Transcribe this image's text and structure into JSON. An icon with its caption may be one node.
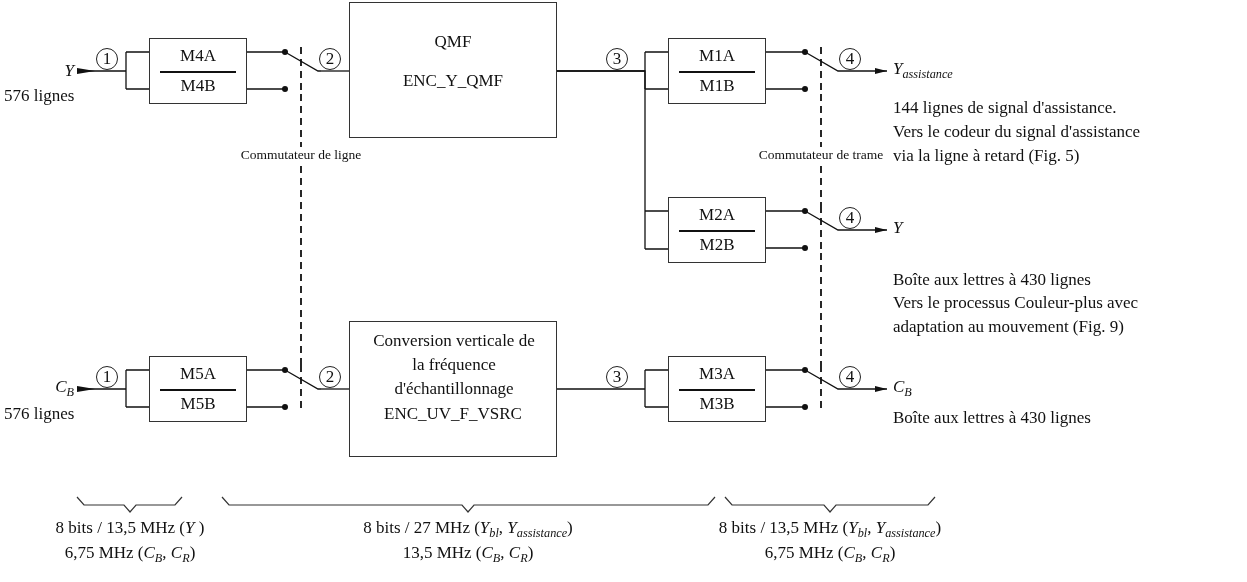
{
  "diagram": {
    "nodes": [
      {
        "text": [
          "Y"
        ],
        "beside": [
          "576 lignes"
        ]
      },
      {
        "text": [
          "M4A",
          "M4B"
        ]
      },
      {
        "text": [],
        "shape": "switch"
      },
      {
        "text": [
          "QMF",
          "ENC_Y_QMF"
        ]
      },
      {
        "text": [
          "M1A",
          "M1B"
        ]
      },
      {
        "text": [],
        "shape": "switch"
      },
      {
        "text": [
          "Y$_{assistance}$"
        ],
        "beside": [
          "144 lignes de signal d'assistance. Vers le codeur du signal d'assistance via la ligne à retard (Fig. 5)"
        ]
      },
      {
        "text": [
          "M2A",
          "M2B"
        ]
      },
      {
        "text": [],
        "shape": "switch"
      },
      {
        "text": [
          "Y"
        ],
        "beside": [
          "Boîte aux lettres à 430 lignes",
          "Vers le processus Couleur-plus avec adaptation au mouvement (Fig. 9)"
        ]
      },
      {
        "text": [
          "C$_{B}$"
        ],
        "beside": [
          "576 lignes"
        ]
      },
      {
        "text": [
          "M5A",
          "M5B"
        ]
      },
      {
        "text": [],
        "shape": "switch"
      },
      {
        "text": [
          "Conversion verticale de la fréquence d'échantillonnage",
          "ENC_UV_F_VSRC"
        ]
      },
      {
        "text": [
          "M3A",
          "M3B"
        ]
      },
      {
        "text": [],
        "shape": "switch"
      },
      {
        "text": [
          "C$_{B}$"
        ],
        "beside": [
          "Boîte aux lettres à 430 lignes"
        ]
      }
    ],
    "edges": [
      {
        "from": 1,
        "to": 0,
        "arrow": "to",
        "label": "1"
      },
      {
        "from": 1,
        "to": 2,
        "arrow": "none"
      },
      {
        "from": 2,
        "to": 3,
        "arrow": "none",
        "label": "2"
      },
      {
        "from": 3,
        "to": 4,
        "arrow": "none",
        "label": "3"
      },
      {
        "from": 3,
        "to": 7,
        "arrow": "none"
      },
      {
        "from": 4,
        "to": 5,
        "arrow": "none"
      },
      {
        "from": 5,
        "to": 6,
        "arrow": "to",
        "label": "4"
      },
      {
        "from": 7,
        "to": 8,
        "arrow": "none"
      },
      {
        "from": 8,
        "to": 9,
        "arrow": "to",
        "label": "4"
      },
      {
        "from": 11,
        "to": 10,
        "arrow": "to",
        "label": "1"
      },
      {
        "from": 11,
        "to": 12,
        "arrow": "none"
      },
      {
        "from": 12,
        "to": 13,
        "arrow": "none",
        "label": "2"
      },
      {
        "from": 13,
        "to": 14,
        "arrow": "none",
        "label": "3"
      },
      {
        "from": 14,
        "to": 15,
        "arrow": "none"
      },
      {
        "from": 15,
        "to": 16,
        "arrow": "to",
        "label": "4"
      },
      {
        "from": 2,
        "to": 12,
        "arrow": "none",
        "style": "dashed",
        "label": "Commutateur de ligne"
      },
      {
        "from": 5,
        "to": 8,
        "arrow": "none",
        "style": "dashed",
        "label": "Commutateur de trame"
      },
      {
        "from": 8,
        "to": 15,
        "arrow": "none",
        "style": "dashed"
      }
    ],
    "labels": [
      "8 bits / 13,5 MHz (*Y* )",
      "8 bits / 27 MHz (*Y*$_{bl}$, *Y*$_{assistance}$)",
      "8 bits / 13,5 MHz (*Y*$_{bl}$, *Y*$_{assistance}$)",
      "6,75 MHz (*C*$_{B}$, *C*$_{R}$)",
      "13,5 MHz (*C*$_{B}$, *C*$_{R}$)",
      "6,75 MHz (*C*$_{B}$, *C*$_{R}$)"
    ]
  }
}
